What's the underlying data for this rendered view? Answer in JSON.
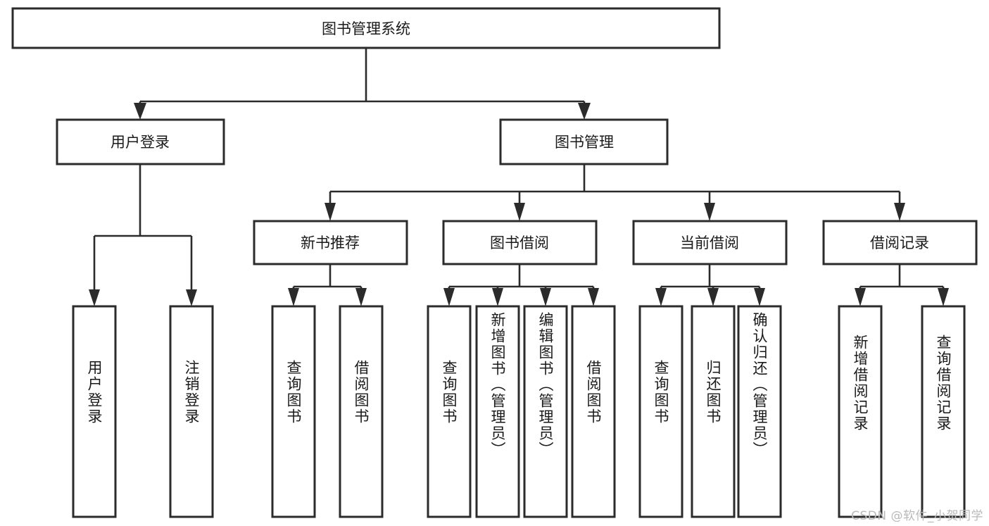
{
  "diagram": {
    "type": "tree-hierarchy",
    "title": "图书管理系统",
    "watermark": "CSDN @软件_小贺同学",
    "root": {
      "id": "root",
      "label": "图书管理系统"
    },
    "level2": [
      {
        "id": "user-login",
        "label": "用户登录"
      },
      {
        "id": "book-manage",
        "label": "图书管理"
      }
    ],
    "level3": [
      {
        "id": "new-book-rec",
        "label": "新书推荐",
        "parent": "book-manage"
      },
      {
        "id": "book-borrow",
        "label": "图书借阅",
        "parent": "book-manage"
      },
      {
        "id": "current-borrow",
        "label": "当前借阅",
        "parent": "book-manage"
      },
      {
        "id": "borrow-record",
        "label": "借阅记录",
        "parent": "book-manage"
      }
    ],
    "leaves": [
      {
        "id": "leaf-user-login",
        "label": "用户登录",
        "parent": "user-login"
      },
      {
        "id": "leaf-logout",
        "label": "注销登录",
        "parent": "user-login"
      },
      {
        "id": "leaf-query-book-1",
        "label": "查询图书",
        "parent": "new-book-rec"
      },
      {
        "id": "leaf-borrow-book-1",
        "label": "借阅图书",
        "parent": "new-book-rec"
      },
      {
        "id": "leaf-query-book-2",
        "label": "查询图书",
        "parent": "book-borrow"
      },
      {
        "id": "leaf-add-book",
        "label": "新增图书（管理员）",
        "parent": "book-borrow"
      },
      {
        "id": "leaf-edit-book",
        "label": "编辑图书（管理员）",
        "parent": "book-borrow"
      },
      {
        "id": "leaf-borrow-book-2",
        "label": "借阅图书",
        "parent": "book-borrow"
      },
      {
        "id": "leaf-query-book-3",
        "label": "查询图书",
        "parent": "current-borrow"
      },
      {
        "id": "leaf-return-book",
        "label": "归还图书",
        "parent": "current-borrow"
      },
      {
        "id": "leaf-confirm-return",
        "label": "确认归还（管理员）",
        "parent": "current-borrow"
      },
      {
        "id": "leaf-add-record",
        "label": "新增借阅记录",
        "parent": "borrow-record"
      },
      {
        "id": "leaf-query-record",
        "label": "查询借阅记录",
        "parent": "borrow-record"
      }
    ],
    "colors": {
      "box_stroke": "#2b2b2b",
      "box_fill": "#ffffff",
      "connector": "#2b2b2b",
      "text": "#1a1a1a",
      "watermark": "#b9b9b9",
      "background": "#ffffff"
    }
  }
}
